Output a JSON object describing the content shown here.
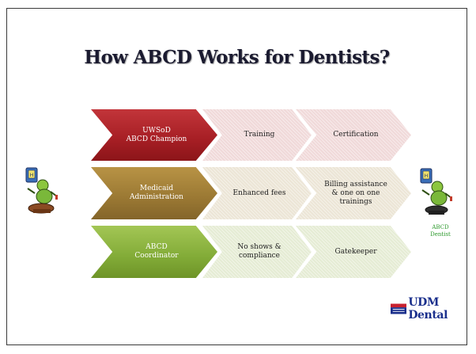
{
  "slide": {
    "title": "How ABCD Works for Dentists?",
    "rows": [
      {
        "main": [
          "UWSoD",
          "ABCD Champion"
        ],
        "steps": [
          [
            "Training"
          ],
          [
            "Certification"
          ]
        ]
      },
      {
        "main": [
          "Medicaid",
          "Administration"
        ],
        "steps": [
          [
            "Enhanced fees"
          ],
          [
            "Billing assistance",
            "& one on one",
            "trainings"
          ]
        ]
      },
      {
        "main": [
          "ABCD",
          "Coordinator"
        ],
        "steps": [
          [
            "No shows &",
            "compliance"
          ],
          [
            "Gatekeeper"
          ]
        ]
      }
    ],
    "dentist_label": [
      "ABCD",
      "Dentist"
    ],
    "logo_text": "UDM Dental",
    "icons": [
      "dentist-left-clipart",
      "dentist-right-clipart",
      "udm-flag-icon"
    ]
  },
  "colors": {
    "row1_main": "#a61e24",
    "row2_main": "#9a7833",
    "row3_main": "#82ab37",
    "dentist_label": "#2e9a2e",
    "logo": "#1a2f8c"
  }
}
